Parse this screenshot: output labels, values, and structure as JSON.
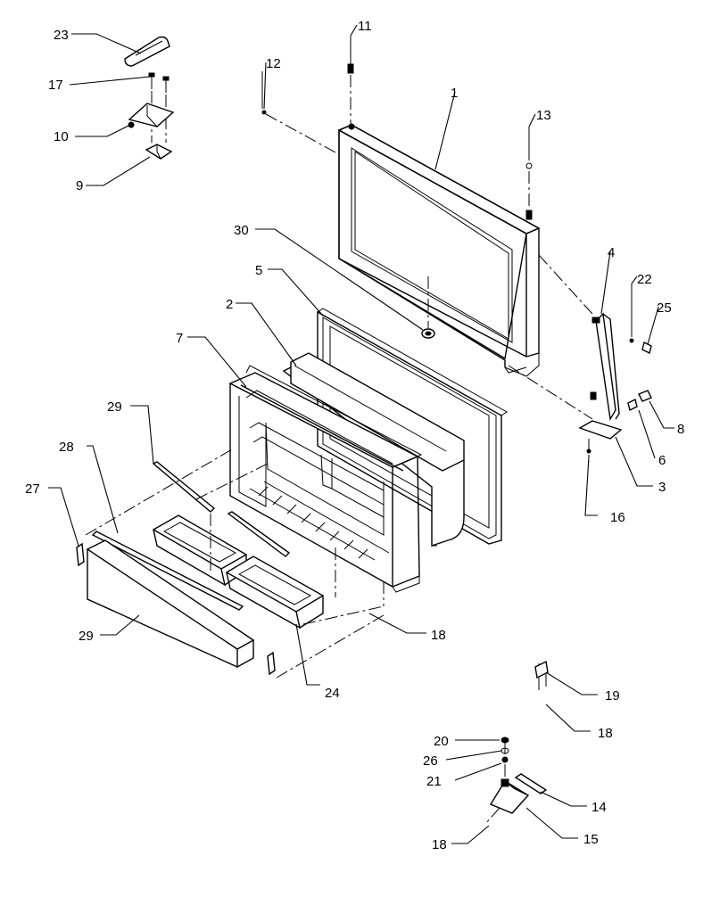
{
  "callouts": [
    {
      "id": "c1",
      "label": "1"
    },
    {
      "id": "c2",
      "label": "2"
    },
    {
      "id": "c3",
      "label": "3"
    },
    {
      "id": "c4",
      "label": "4"
    },
    {
      "id": "c5",
      "label": "5"
    },
    {
      "id": "c6",
      "label": "6"
    },
    {
      "id": "c7",
      "label": "7"
    },
    {
      "id": "c8",
      "label": "8"
    },
    {
      "id": "c9",
      "label": "9"
    },
    {
      "id": "c10",
      "label": "10"
    },
    {
      "id": "c11",
      "label": "11"
    },
    {
      "id": "c12",
      "label": "12"
    },
    {
      "id": "c13",
      "label": "13"
    },
    {
      "id": "c14",
      "label": "14"
    },
    {
      "id": "c15",
      "label": "15"
    },
    {
      "id": "c16",
      "label": "16"
    },
    {
      "id": "c17",
      "label": "17"
    },
    {
      "id": "c18a",
      "label": "18"
    },
    {
      "id": "c18b",
      "label": "18"
    },
    {
      "id": "c18c",
      "label": "18"
    },
    {
      "id": "c19",
      "label": "19"
    },
    {
      "id": "c20",
      "label": "20"
    },
    {
      "id": "c21",
      "label": "21"
    },
    {
      "id": "c22",
      "label": "22"
    },
    {
      "id": "c23",
      "label": "23"
    },
    {
      "id": "c24",
      "label": "24"
    },
    {
      "id": "c25",
      "label": "25"
    },
    {
      "id": "c26",
      "label": "26"
    },
    {
      "id": "c27",
      "label": "27"
    },
    {
      "id": "c28",
      "label": "28"
    },
    {
      "id": "c29a",
      "label": "29"
    },
    {
      "id": "c29b",
      "label": "29"
    },
    {
      "id": "c30",
      "label": "30"
    }
  ]
}
